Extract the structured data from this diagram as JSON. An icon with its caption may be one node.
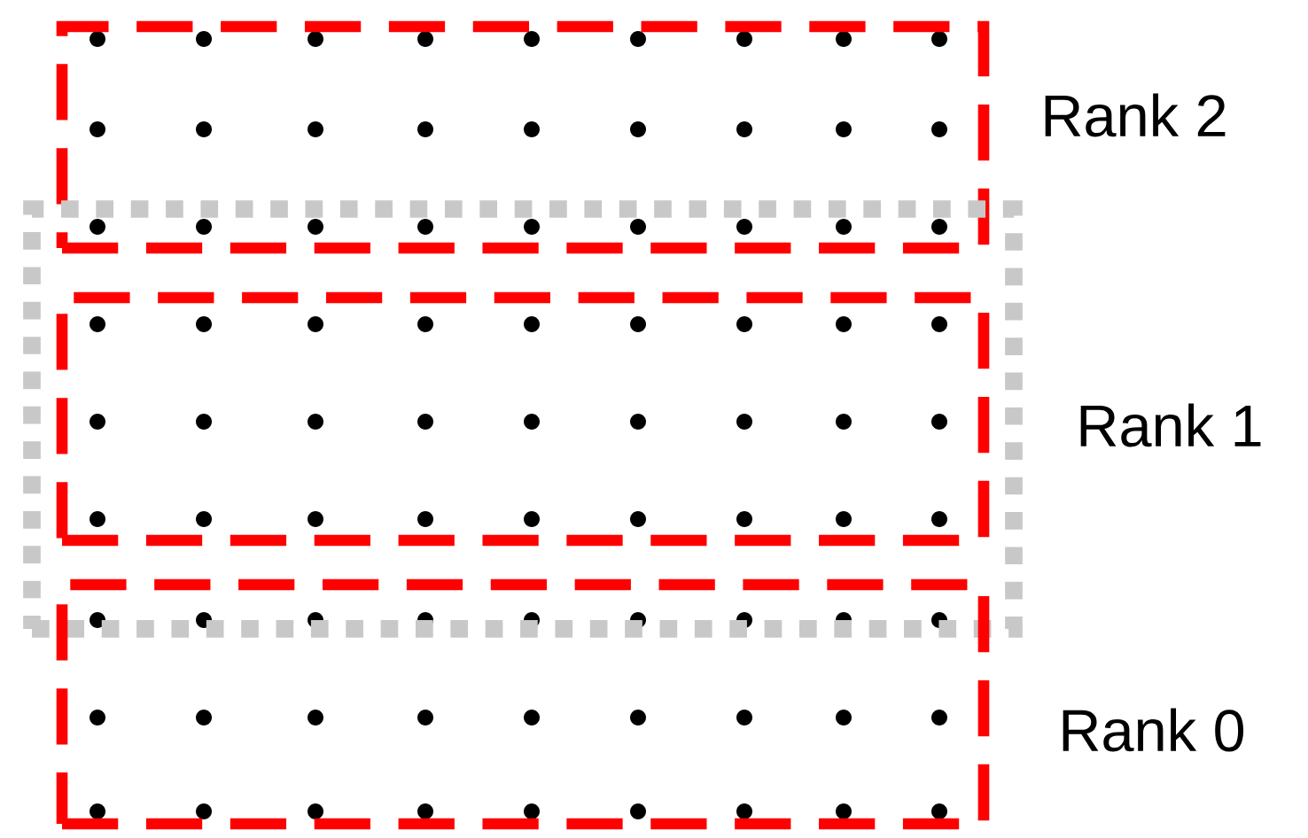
{
  "diagram": {
    "nodes": [
      {
        "text": [
          "Rank 2"
        ]
      },
      {
        "text": [],
        "shape": "box"
      },
      {
        "text": [
          "Rank 1"
        ],
        "in": 1
      },
      {
        "text": [
          "Rank 0"
        ]
      }
    ]
  }
}
